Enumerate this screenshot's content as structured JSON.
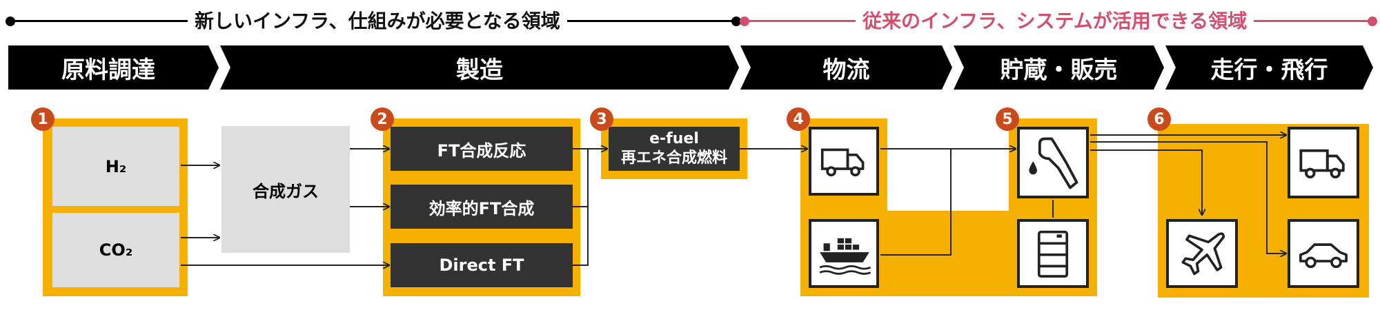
{
  "legend": {
    "new_area": "新しいインフラ、仕組みが必要となる領域",
    "existing_area": "従来のインフラ、システムが活用できる領域",
    "new_color": "#000000",
    "existing_color": "#d0506e"
  },
  "stages": [
    {
      "label": "原料調達"
    },
    {
      "label": "製造"
    },
    {
      "label": "物流"
    },
    {
      "label": "貯蔵・販売"
    },
    {
      "label": "走行・飛行"
    }
  ],
  "badges": [
    "1",
    "2",
    "3",
    "4",
    "5",
    "6"
  ],
  "materials": {
    "h2": "H₂",
    "co2": "CO₂"
  },
  "synthesis_gas": "合成ガス",
  "processes": [
    "FT合成反応",
    "効率的FT合成",
    "Direct FT"
  ],
  "efuel": {
    "line1": "e-fuel",
    "line2": "再エネ合成燃料"
  },
  "icons": {
    "logistics": [
      "truck-icon",
      "cargo-ship-icon"
    ],
    "storage_sales": [
      "fuel-nozzle-icon",
      "oil-drum-icon"
    ],
    "end_use": [
      "truck-icon",
      "airplane-icon",
      "car-icon"
    ]
  },
  "colors": {
    "accent": "#f5b000",
    "badge": "#c94a1a",
    "dark_box": "#333333",
    "light_box": "#dedede"
  }
}
